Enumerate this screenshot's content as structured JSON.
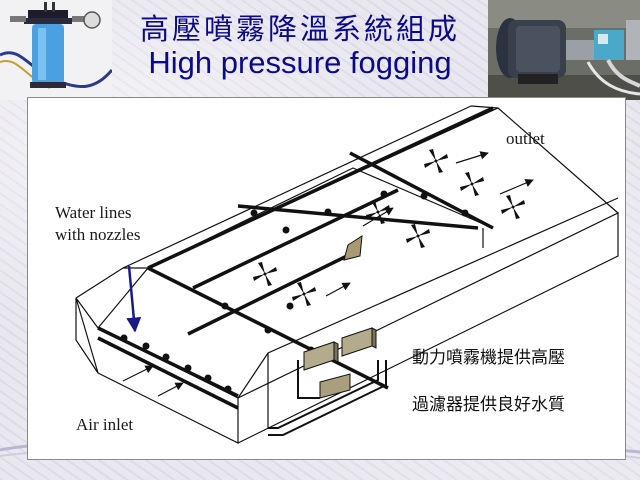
{
  "title_zh": "高壓噴霧降溫系統組成",
  "title_en": "High pressure fogging",
  "labels": {
    "outlet": "outlet",
    "water_lines_1": "Water lines",
    "water_lines_2": "with nozzles",
    "air_inlet": "Air inlet",
    "note_1": "動力噴霧機提供高壓",
    "note_2": "過濾器提供良好水質"
  },
  "colors": {
    "title": "#0a0a8a",
    "arrow": "#1a1a8a",
    "line": "#111111"
  },
  "icons": [
    "filter-housing-photo",
    "pump-motor-photo",
    "fan-icon"
  ]
}
